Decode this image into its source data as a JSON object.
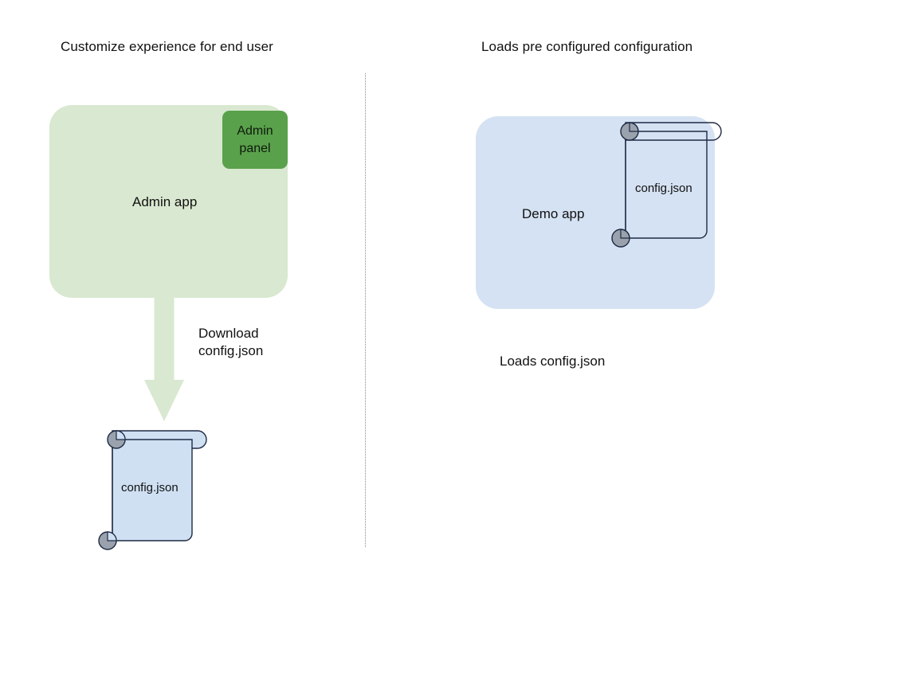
{
  "diagram": {
    "columns": [
      {
        "title": "Customize experience for end user",
        "app_label": "Admin app",
        "chip_label": "Admin\npanel",
        "arrow_label": "Download\nconfig.json",
        "document_label": "config.json"
      },
      {
        "title": "Loads pre configured configuration",
        "app_label": "Demo app",
        "document_label": "config.json",
        "caption": "Loads config.json"
      }
    ],
    "colors": {
      "admin_app_fill": "#d9e8d0",
      "admin_panel_fill": "#5aa14b",
      "demo_app_fill": "#d5e2f3",
      "document_fill": "#cfe0f3",
      "document_stroke": "#1f2a44",
      "curl_fill": "#9aa3ad",
      "arrow_fill": "#d9e8d0",
      "divider": "#8a8a8a",
      "text": "#111111"
    },
    "icons": {
      "document": "scroll-document-icon",
      "arrow": "down-arrow-icon",
      "divider": "vertical-dotted-divider"
    }
  }
}
